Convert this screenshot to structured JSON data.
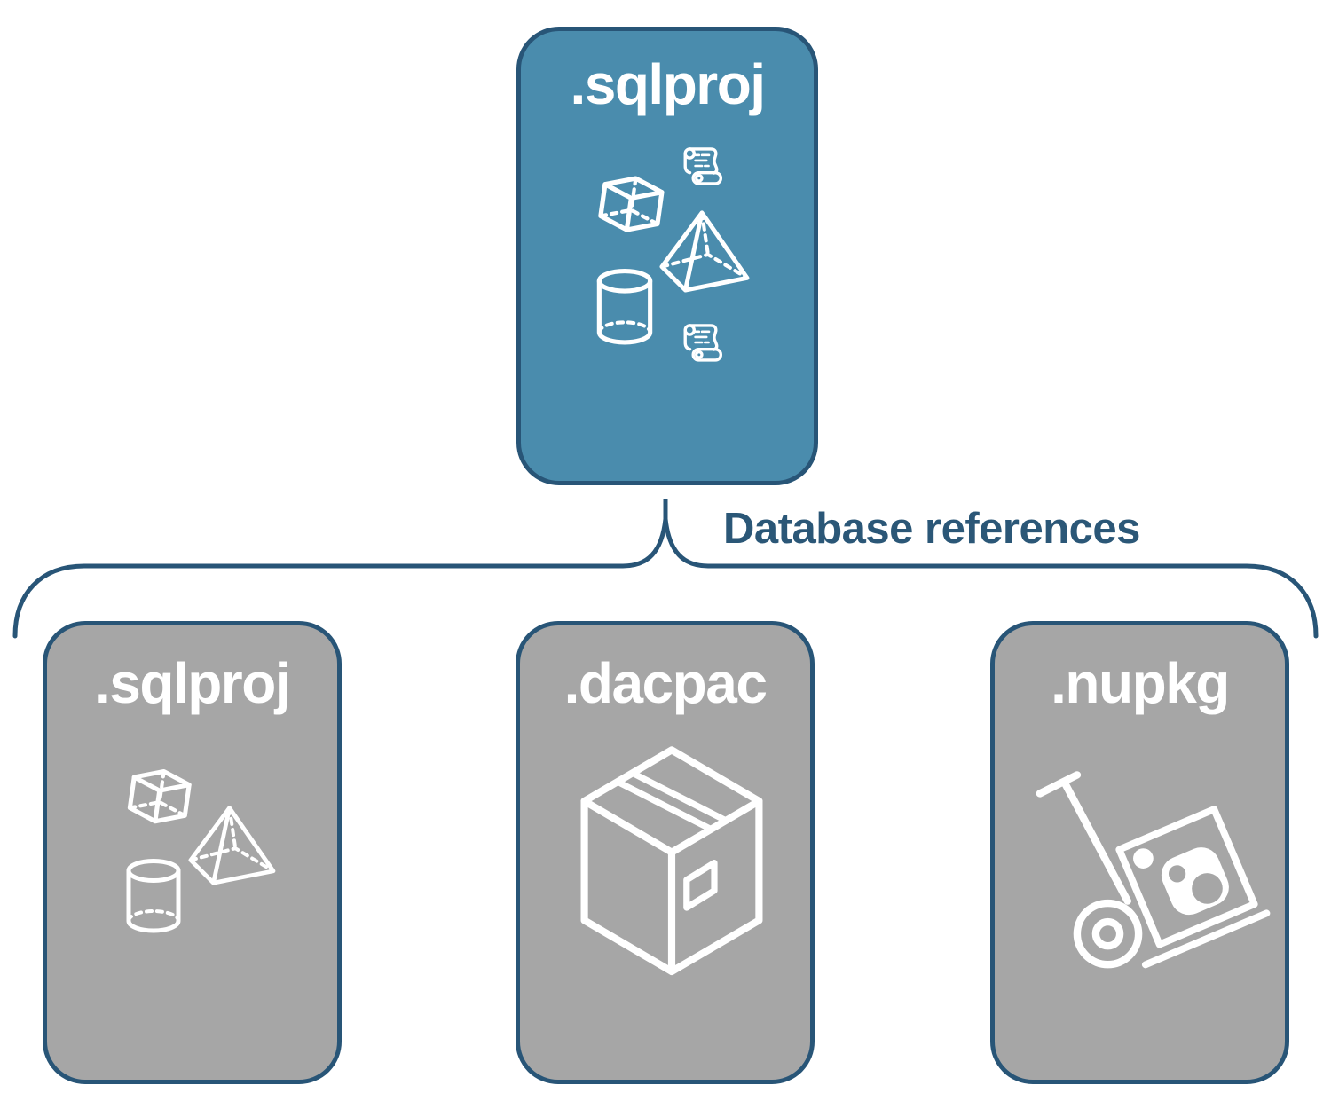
{
  "diagram": {
    "root_card": {
      "title": ".sqlproj",
      "icons": [
        "scroll-icon",
        "cube-icon",
        "pyramid-icon",
        "cylinder-icon",
        "scroll-icon"
      ]
    },
    "connector_label": "Database references",
    "child_cards": [
      {
        "title": ".sqlproj",
        "icons": [
          "cube-icon",
          "pyramid-icon",
          "cylinder-icon"
        ]
      },
      {
        "title": ".dacpac",
        "icons": [
          "package-box-icon"
        ]
      },
      {
        "title": ".nupkg",
        "icons": [
          "hand-truck-nuget-icon"
        ]
      }
    ],
    "colors": {
      "root_fill": "#4A8CAD",
      "child_fill": "#A6A6A6",
      "border": "#285577",
      "label_text": "#2B5777",
      "icon": "#FFFFFF"
    }
  }
}
